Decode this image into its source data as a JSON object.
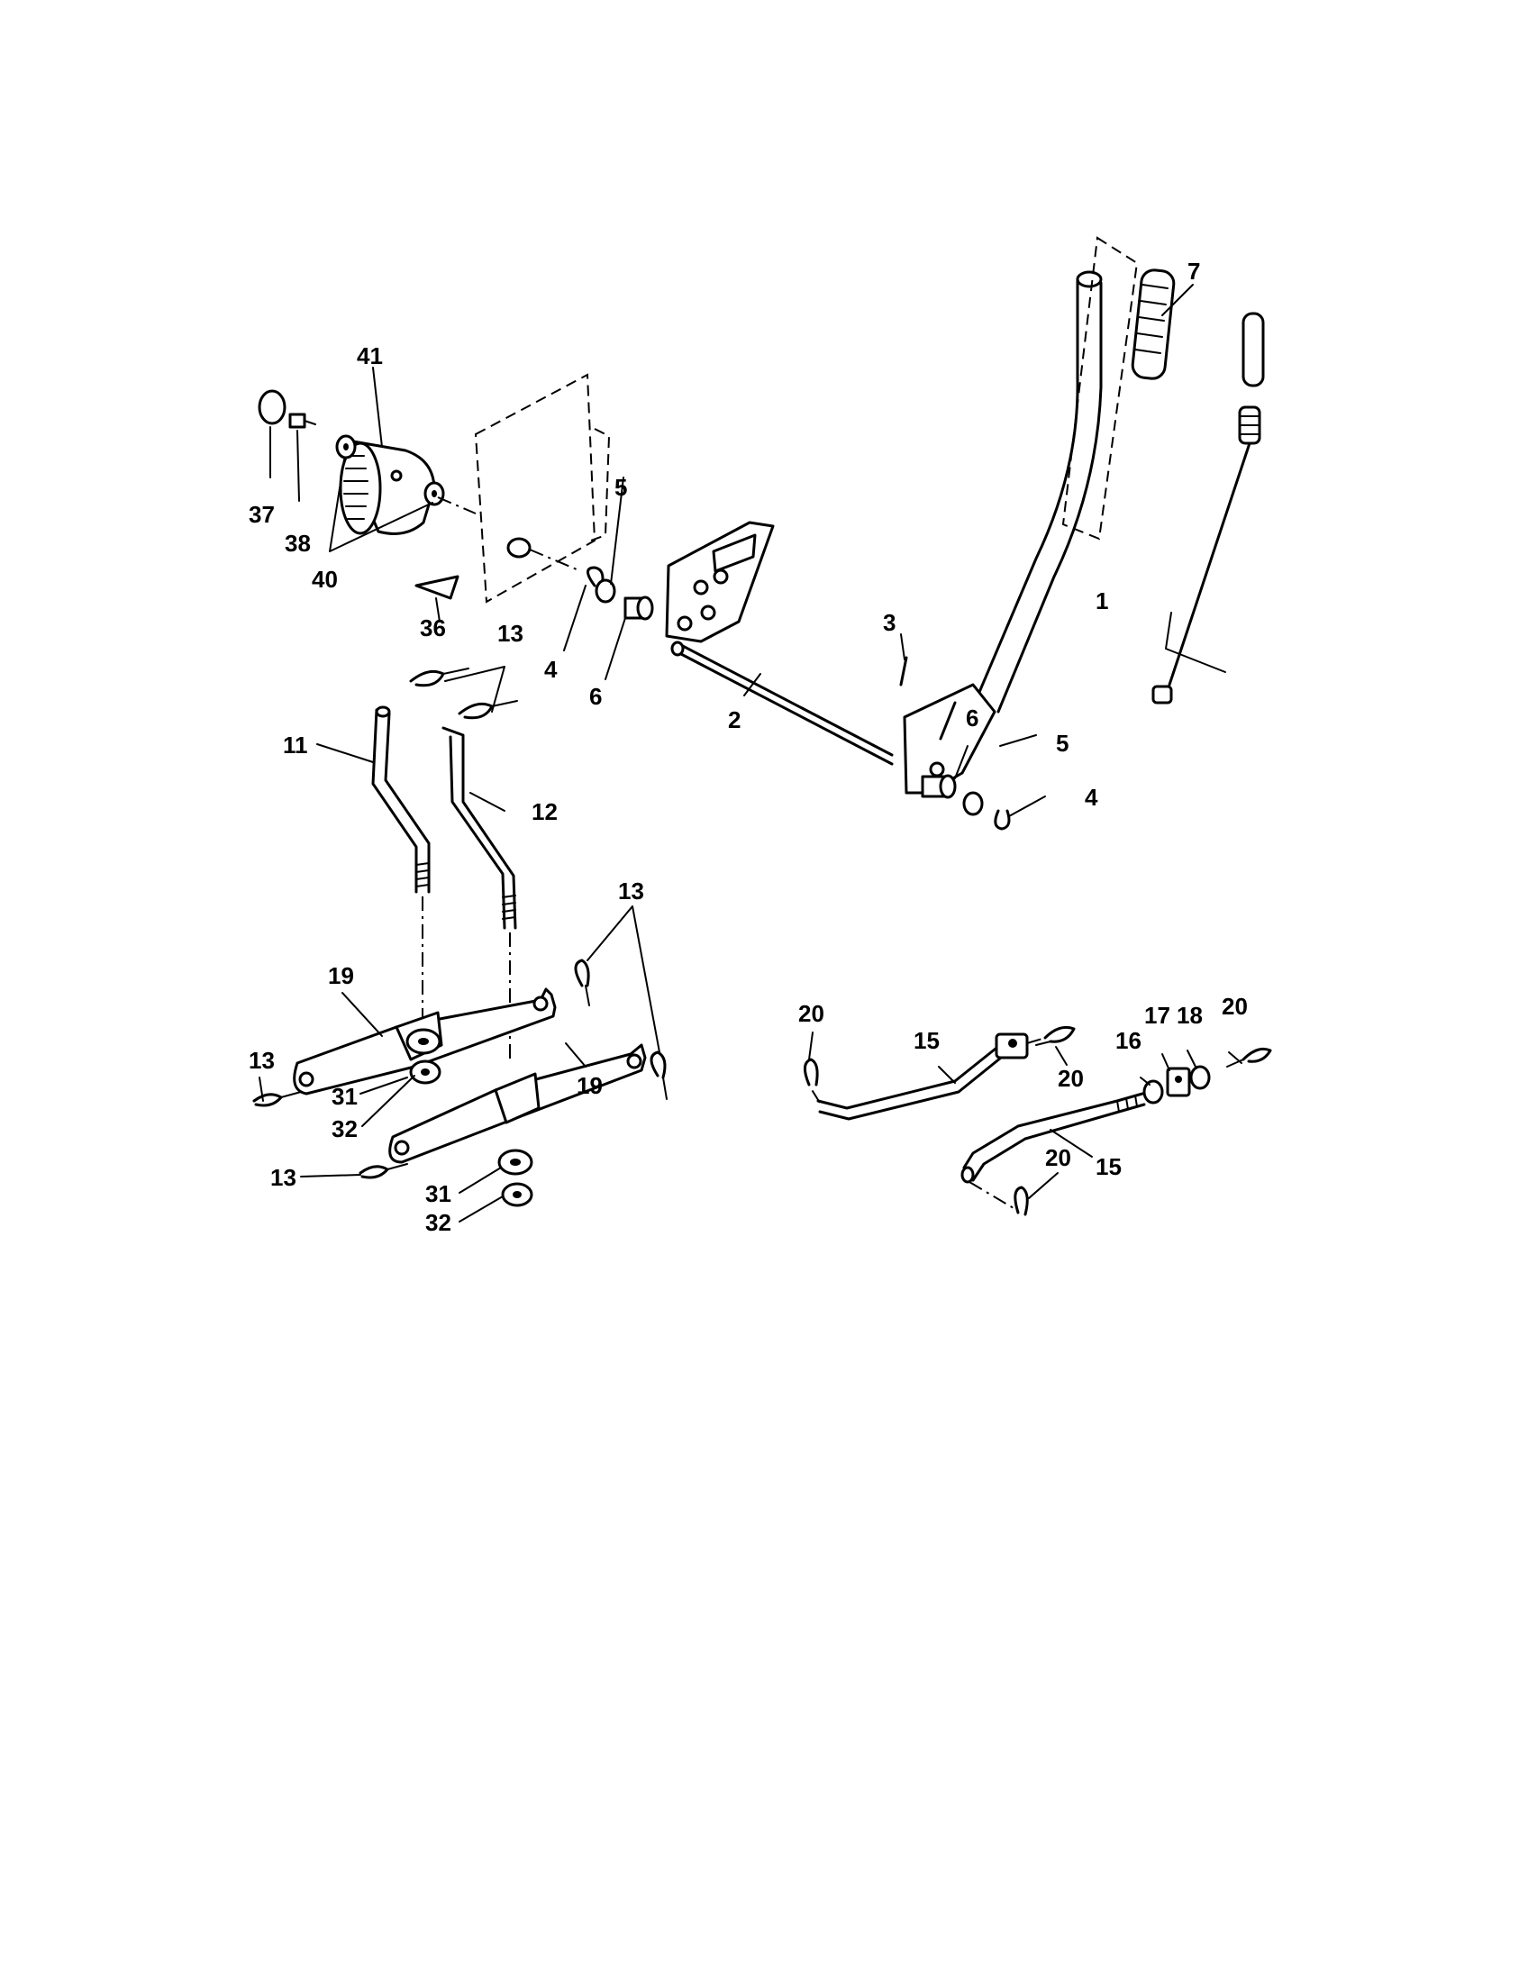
{
  "labels": {
    "p1": "1",
    "p2": "2",
    "p3": "3",
    "p4a": "4",
    "p4b": "4",
    "p5a": "5",
    "p5b": "5",
    "p6a": "6",
    "p6b": "6",
    "p7": "7",
    "p11": "11",
    "p12": "12",
    "p13a": "13",
    "p13b": "13",
    "p13c": "13",
    "p13d": "13",
    "p15a": "15",
    "p15b": "15",
    "p16": "16",
    "p17": "17",
    "p18": "18",
    "p19a": "19",
    "p19b": "19",
    "p20a": "20",
    "p20b": "20",
    "p20c": "20",
    "p20d": "20",
    "p31a": "31",
    "p31b": "31",
    "p32a": "32",
    "p32b": "32",
    "p36": "36",
    "p37": "37",
    "p38": "38",
    "p40": "40",
    "p41": "41"
  }
}
